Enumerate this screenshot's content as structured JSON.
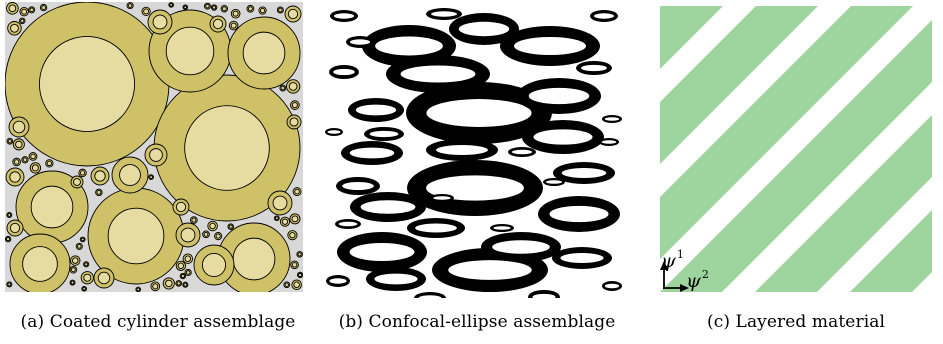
{
  "figure": {
    "captions": {
      "a": "(a) Coated cylinder assemblage",
      "b": "(b) Confocal-ellipse assemblage",
      "c": "(c) Layered material"
    },
    "axis_labels": {
      "psi1": "ψ",
      "psi1_sup": "1",
      "psi2": "ψ",
      "psi2_sup": "2"
    },
    "colors": {
      "coating": "#cfc168",
      "core": "#e6dca2",
      "ellipse_ring": "#000000",
      "layer": "#9ed49d",
      "background": "#ffffff"
    }
  }
}
